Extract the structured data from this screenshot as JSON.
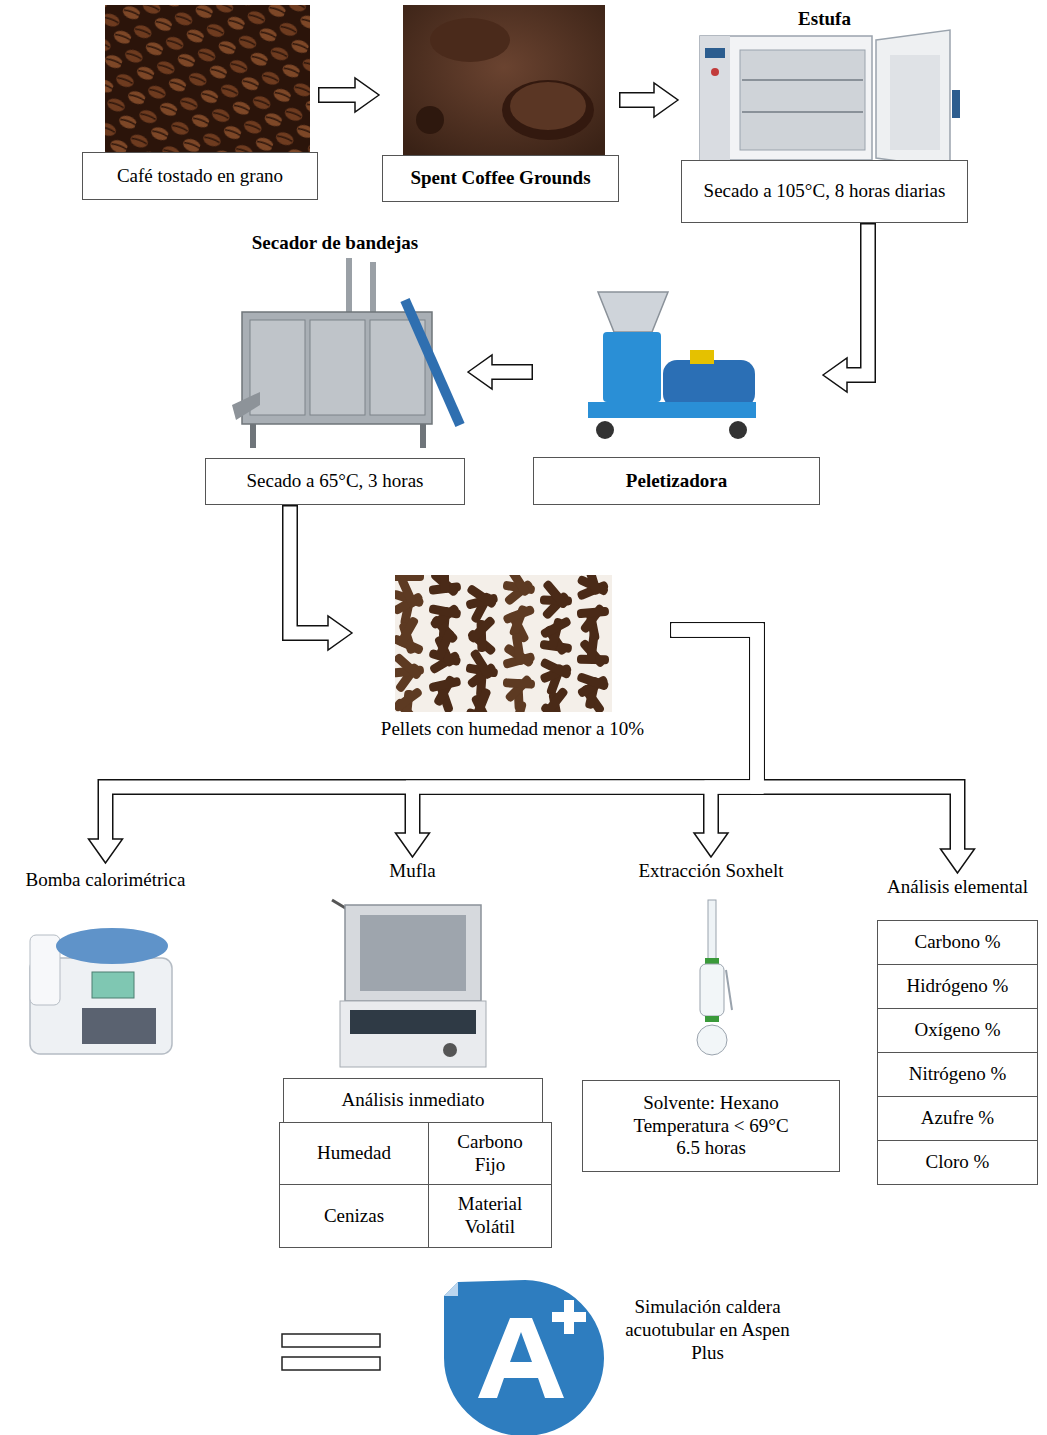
{
  "diagram": {
    "nodes": [
      {
        "text": [
          "Café tostado en grano"
        ]
      },
      {
        "text": [
          "Spent Coffee Grounds"
        ]
      },
      {
        "text": [
          "Estufa",
          "Secado a 105°C, 8 horas diarias"
        ]
      },
      {
        "text": [
          "Secador de bandejas",
          "Secado a 65°C, 3 horas"
        ]
      },
      {
        "text": [
          "Peletizadora"
        ]
      },
      {
        "text": [
          "Pellets con humedad menor a 10%"
        ]
      },
      {
        "text": [
          "Bomba calorimétrica"
        ]
      },
      {
        "text": [
          "Mufla"
        ]
      },
      {
        "text": [
          "Análisis inmediato"
        ]
      },
      {
        "text": [
          "Humedad"
        ]
      },
      {
        "text": [
          "Carbono Fijo"
        ]
      },
      {
        "text": [
          "Cenizas"
        ]
      },
      {
        "text": [
          "Material Volátil"
        ]
      },
      {
        "text": [
          "Extracción Soxhelt",
          "Solvente: Hexano Temperatura < 69°C 6.5 horas"
        ]
      },
      {
        "text": [
          "Análisis elemental"
        ]
      },
      {
        "text": [
          "Carbono %"
        ],
        "in": 14
      },
      {
        "text": [
          "Hidrógeno %"
        ],
        "in": 14
      },
      {
        "text": [
          "Oxígeno %"
        ],
        "in": 14
      },
      {
        "text": [
          "Nitrógeno %"
        ],
        "in": 14
      },
      {
        "text": [
          "Azufre %"
        ],
        "in": 14
      },
      {
        "text": [
          "Cloro %"
        ],
        "in": 14
      },
      {
        "text": [
          "Simulación caldera acuotubular en Aspen Plus"
        ]
      }
    ],
    "edges": [
      {
        "from": 0,
        "to": 1,
        "arrow": "to"
      },
      {
        "from": 1,
        "to": 2,
        "arrow": "to"
      },
      {
        "from": 2,
        "to": 4,
        "arrow": "to"
      },
      {
        "from": 4,
        "to": 3,
        "arrow": "to"
      },
      {
        "from": 3,
        "to": 5,
        "arrow": "to"
      },
      {
        "from": 5,
        "to": 6,
        "arrow": "to"
      },
      {
        "from": 5,
        "to": 7,
        "arrow": "to"
      },
      {
        "from": 5,
        "to": 13,
        "arrow": "to"
      },
      {
        "from": 5,
        "to": 14,
        "arrow": "to"
      }
    ]
  }
}
